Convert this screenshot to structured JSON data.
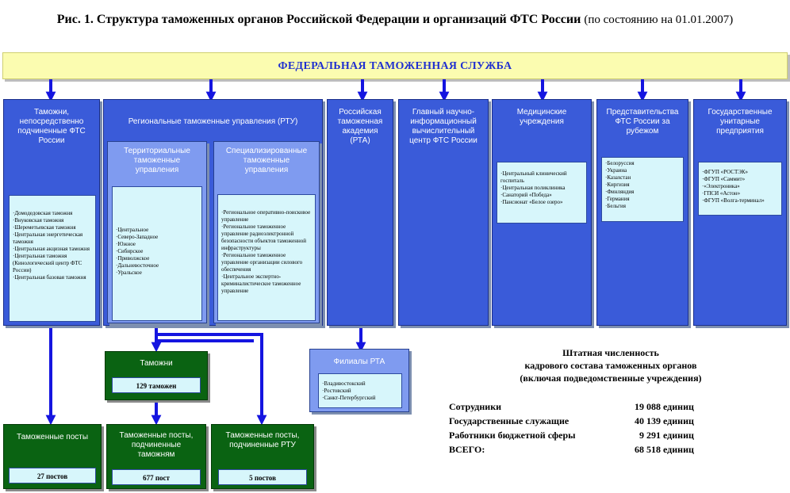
{
  "title": {
    "main": "Рис. 1. Структура таможенных органов Российской Федерации и организаций ФТС России",
    "note": "(по состоянию на 01.01.2007)"
  },
  "fts": "ФЕДЕРАЛЬНАЯ ТАМОЖЕННАЯ СЛУЖБА",
  "customs_direct": {
    "title": [
      "Таможни,",
      "непосредственно",
      "подчиненные ФТС",
      "России"
    ],
    "items": [
      "·Домодедовская таможня",
      "·Внуковская таможня",
      "·Шереметьевская таможня",
      "·Центральная энергетическая таможня",
      "·Центральная акцизная таможня",
      "·Центральная таможня (Кинологический центр ФТС России)",
      "·Центральная базовая таможня"
    ]
  },
  "rtu": {
    "title": "Региональные таможенные управления (РТУ)"
  },
  "territorial": {
    "title": [
      "Территориальные",
      "таможенные",
      "управления"
    ],
    "items": [
      "·Центральное",
      "·Северо-Западное",
      "·Южное",
      "·Сибирское",
      "·Приволжское",
      "·Дальневосточное",
      "·Уральское"
    ]
  },
  "specialized": {
    "title": [
      "Специализированные",
      "таможенные",
      "управления"
    ],
    "items": [
      "·Региональное оперативно-поисковое управление",
      "·Региональное таможенное управление радиоэлектронной безопасности объектов таможенной инфраструктуры",
      "·Региональное таможенное управление организации силового обеспечения",
      "·Центральное экспертно-криминалистическое таможенное управление"
    ]
  },
  "academy": {
    "title": [
      "Российская",
      "таможенная",
      "академия",
      "(РТА)"
    ]
  },
  "computing": {
    "title": [
      "Главный научно-",
      "информационный",
      "вычислительный",
      "центр ФТС России"
    ]
  },
  "medical": {
    "title": [
      "Медицинские",
      "учреждения"
    ],
    "items": [
      "·Центральный клинический госпиталь",
      "·Центральная поликлиника",
      "·Санаторий «Победа»",
      "·Пансионат «Белое озеро»"
    ]
  },
  "representations": {
    "title": [
      "Представительства",
      "ФТС России за",
      "рубежом"
    ],
    "items": [
      "·Белоруссия",
      "·Украина",
      "·Казахстан",
      "·Киргизия",
      "·Финляндия",
      "·Германия",
      "·Бельгия"
    ]
  },
  "unitary": {
    "title": [
      "Государственные",
      "унитарные",
      "предприятия"
    ],
    "items": [
      "·ФГУП «РОСТЭК»",
      "·ФГУП «Саммит»",
      "·«Электроника»",
      "·ГПСИ «Астон»",
      "·ФГУП «Волга-терминал»"
    ]
  },
  "rta_branches": {
    "title": "Филиалы РТА",
    "items": [
      "·Владивостокский",
      "·Ростовский",
      "·Санкт-Петербургский"
    ]
  },
  "customs": {
    "title": "Таможни",
    "value": "129 таможен"
  },
  "posts_direct": {
    "title": "Таможенные посты",
    "value": "27 постов"
  },
  "posts_customs": {
    "title": [
      "Таможенные посты,",
      "подчиненные",
      "таможням"
    ],
    "value": "677  пост"
  },
  "posts_rtu": {
    "title": [
      "Таможенные посты,",
      "подчиненные РТУ"
    ],
    "value": "5 постов"
  },
  "staff": {
    "heading": [
      "Штатная численность",
      "кадрового состава таможенных органов",
      "(включая  подведомственные учреждения)"
    ],
    "rows": [
      {
        "label": "Сотрудники",
        "value": "19 088  единиц"
      },
      {
        "label": "Государственные  служащие",
        "value": "40 139  единиц"
      },
      {
        "label": "Работники  бюджетной  сферы",
        "value": "9 291  единиц"
      },
      {
        "label": "ВСЕГО:",
        "value": "68 518 единиц"
      }
    ]
  }
}
